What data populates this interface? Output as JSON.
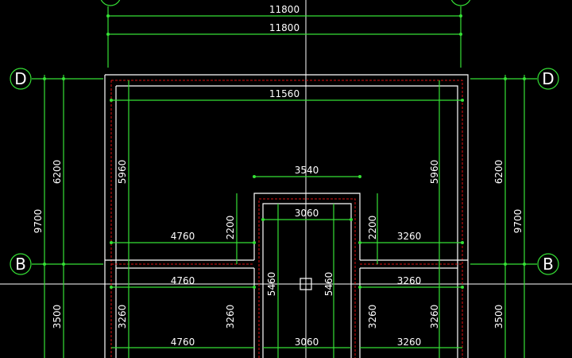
{
  "colors": {
    "background": "#000000",
    "dimension_line": "#35e035",
    "wall": "#ffffff",
    "hatch": "#d11111",
    "text": "#ffffff",
    "crosshair": "#ffffff"
  },
  "grid_bubbles": {
    "left_top": "D",
    "right_top": "D",
    "left_mid": "B",
    "right_mid": "B"
  },
  "dims": {
    "top_overall_1": "11800",
    "top_overall_2": "11800",
    "inner_top": "11560",
    "left_6200": "6200",
    "left_9700": "9700",
    "left_3500": "3500",
    "left_5960": "5960",
    "left_3260": "3260",
    "right_6200": "6200",
    "right_9700": "9700",
    "right_3500": "3500",
    "right_5960": "5960",
    "right_3260": "3260",
    "core_top": "3540",
    "core_inner": "3060",
    "core_left_2200": "2200",
    "core_right_2200": "2200",
    "core_left_5460": "5460",
    "core_right_5460": "5460",
    "core_left_3260": "3260",
    "core_right_3260": "3260",
    "left_4760_a": "4760",
    "left_4760_b": "4760",
    "left_4760_c": "4760",
    "right_3260_a": "3260",
    "right_3260_b": "3260",
    "right_3260_c": "3260",
    "bottom_3060": "3060"
  }
}
